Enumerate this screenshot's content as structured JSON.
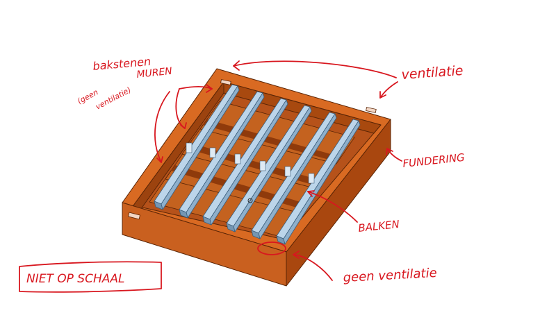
{
  "annotations": {
    "bakstenen": "bakstenen",
    "muren": "MUREN",
    "geen_ventilatie_left_1": "(geen",
    "geen_ventilatie_left_2": "ventilatie)",
    "ventilatie": "ventilatie",
    "fundering": "FUNDERING",
    "balken": "BALKEN",
    "geen_ventilatie_bottom": "geen ventilatie",
    "niet_op_schaal": "NIET OP SCHAAL"
  },
  "colors": {
    "annotation": "#d8171f",
    "foundation": "#c2591a",
    "foundation_dark": "#8f3a0b",
    "beam": "#a9c7df"
  }
}
